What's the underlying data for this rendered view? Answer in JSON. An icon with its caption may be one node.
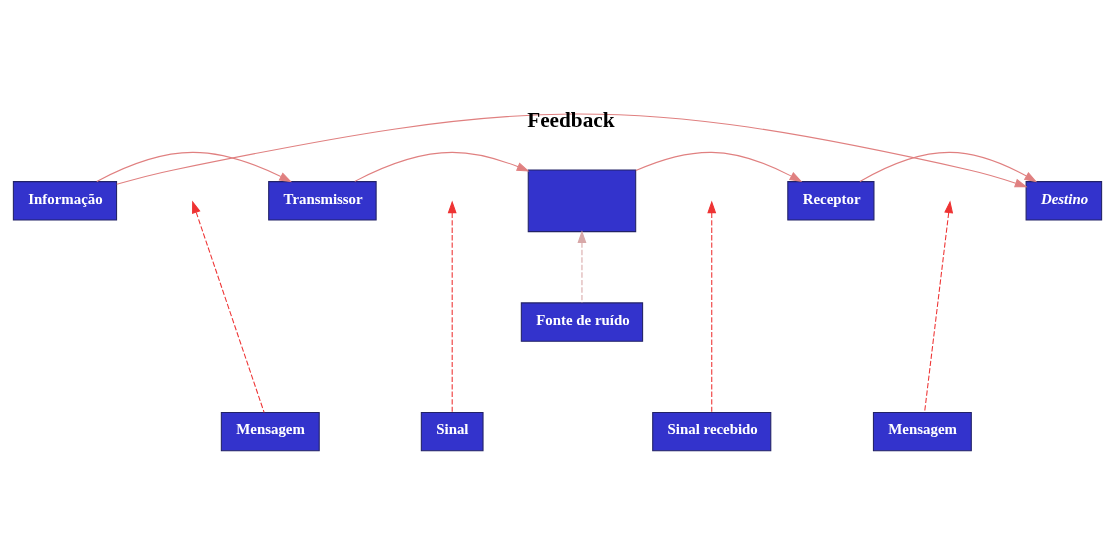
{
  "diagram": {
    "nodes": [
      {
        "text": [
          "Informação"
        ]
      },
      {
        "text": [
          "Transmissor"
        ]
      },
      {
        "text": [],
        "shape": "box"
      },
      {
        "text": [
          "Receptor"
        ]
      },
      {
        "text": [
          "Destino"
        ]
      },
      {
        "text": [
          "Mensagem"
        ]
      },
      {
        "text": [
          "Sinal"
        ]
      },
      {
        "text": [
          "Fonte de ruído"
        ]
      },
      {
        "text": [
          "Sinal recebido"
        ]
      },
      {
        "text": [
          "Mensagem"
        ]
      }
    ],
    "edges": [
      {
        "from": 0,
        "to": 1,
        "arrow": "to"
      },
      {
        "from": 1,
        "to": 2,
        "arrow": "to"
      },
      {
        "from": 2,
        "to": 3,
        "arrow": "to"
      },
      {
        "from": 3,
        "to": 4,
        "arrow": "to"
      },
      {
        "from": 5,
        "to": null,
        "arrow": "to",
        "style": "dashed"
      },
      {
        "from": 6,
        "to": null,
        "arrow": "to",
        "style": "dashed"
      },
      {
        "from": 7,
        "to": 2,
        "arrow": "to",
        "style": "dashed",
        "color": "#d8a8a8"
      },
      {
        "from": 8,
        "to": null,
        "arrow": "to",
        "style": "dashed"
      },
      {
        "from": 9,
        "to": null,
        "arrow": "to",
        "style": "dashed"
      },
      {
        "from": 0,
        "to": 4,
        "arrow": "to",
        "label": "Feedback"
      }
    ]
  }
}
